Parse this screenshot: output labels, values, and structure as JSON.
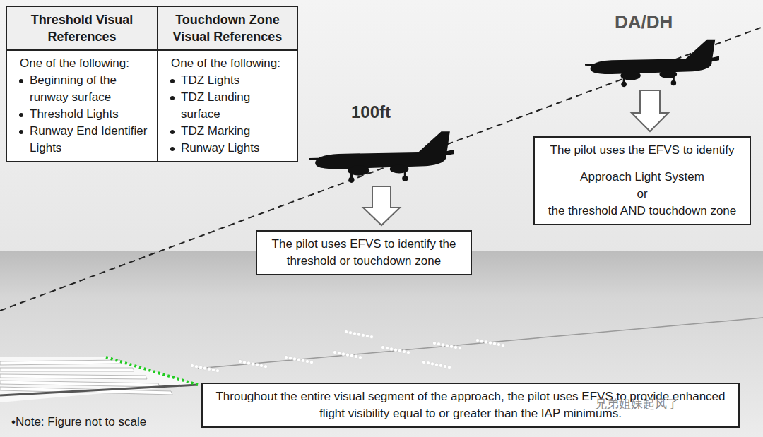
{
  "diagram": {
    "nodes": [
      {
        "text": [
          "Threshold Visual References",
          "One of the following:",
          "Beginning of the runway surface",
          "Threshold Lights",
          "Runway End Identifier Lights"
        ]
      },
      {
        "text": [
          "Touchdown Zone Visual References",
          "One of the following:",
          "TDZ Lights",
          "TDZ Landing surface",
          "TDZ Marking",
          "Runway Lights"
        ]
      },
      {
        "text": [
          "The pilot uses the EFVS to identify",
          "Approach Light System",
          "or",
          "the threshold AND touchdown zone"
        ]
      },
      {
        "text": [
          "The pilot uses EFVS to identify the threshold or touchdown zone"
        ]
      },
      {
        "text": [
          "Throughout the entire visual segment of the approach, the pilot uses EFVS to provide enhanced flight visibility equal to or greater than the IAP minimums."
        ]
      }
    ],
    "labels": [
      "DA/DH",
      "100ft",
      "•Note:  Figure not to scale",
      "兄弟姐妹起风了"
    ]
  }
}
